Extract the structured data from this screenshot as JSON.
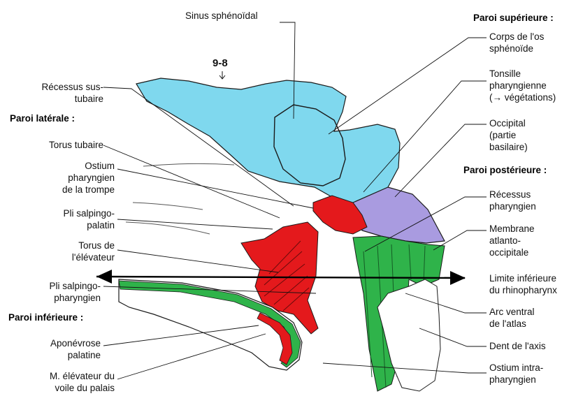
{
  "figure_marker": "9-8",
  "top_label": "Sinus sphénoïdal",
  "headers": {
    "superior": "Paroi supérieure :",
    "lateral": "Paroi latérale :",
    "posterior": "Paroi postérieure :",
    "inferior": "Paroi inférieure :"
  },
  "left_labels": [
    "Récessus sus-\ntubaire",
    "Torus tubaire",
    "Ostium\npharyngien\nde la trompe",
    "Pli salpingo-\npalatin",
    "Torus de\nl'élévateur",
    "Pli salpingo-\npharyngien",
    "Aponévrose\npalatine",
    "M. élévateur du\nvoile du palais"
  ],
  "right_labels": [
    "Corps de l'os\nsphénoïde",
    "Tonsille\npharyngienne\n(→ végétations)",
    "Occipital\n(partie\nbasilaire)",
    "Récessus\npharyngien",
    "Membrane\natlanto-\noccipitale",
    "Limite inférieure\ndu rhinopharynx",
    "Arc ventral\nde l'atlas",
    "Dent de l'axis",
    "Ostium intra-\npharyngien"
  ],
  "colors": {
    "bone_blue": "#7fd8ee",
    "lilac": "#a99be0",
    "red": "#e4191c",
    "green": "#2fb34a",
    "dark_border": "#1a1a1a"
  }
}
